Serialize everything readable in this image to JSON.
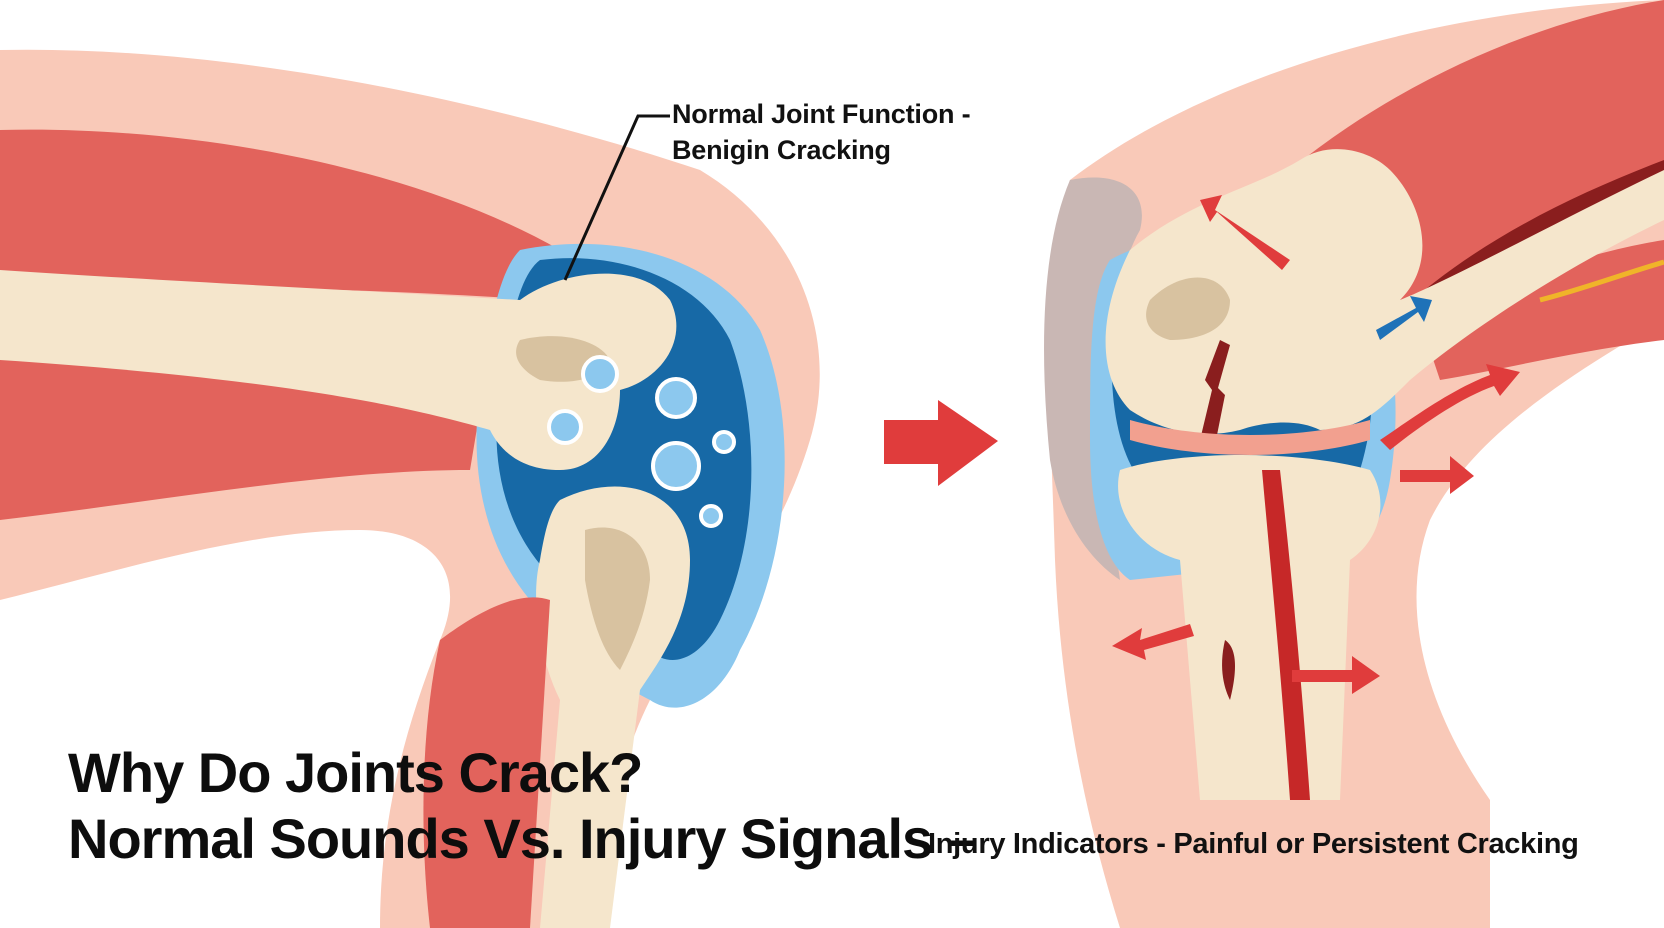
{
  "labels": {
    "normal_line_1": "Normal Joint Function -",
    "normal_line_2": "Benigin Cracking",
    "injury": "Injury Indicators - Painful or Persistent Cracking"
  },
  "title": {
    "line_1": "Why Do Joints Crack?",
    "line_2": "Normal Sounds Vs. Injury Signals –"
  },
  "colors": {
    "skin": "#f9c9b8",
    "muscle": "#e2635c",
    "muscle_dark": "#8a1e1e",
    "bone": "#f5e6cc",
    "bone_shade": "#d8c2a0",
    "fluid_dark": "#1769a6",
    "fluid_light": "#8cc8ee",
    "arrow_red": "#e03c3c",
    "arrow_blue": "#1f72b8",
    "inflamed": "#c9b7b4"
  }
}
